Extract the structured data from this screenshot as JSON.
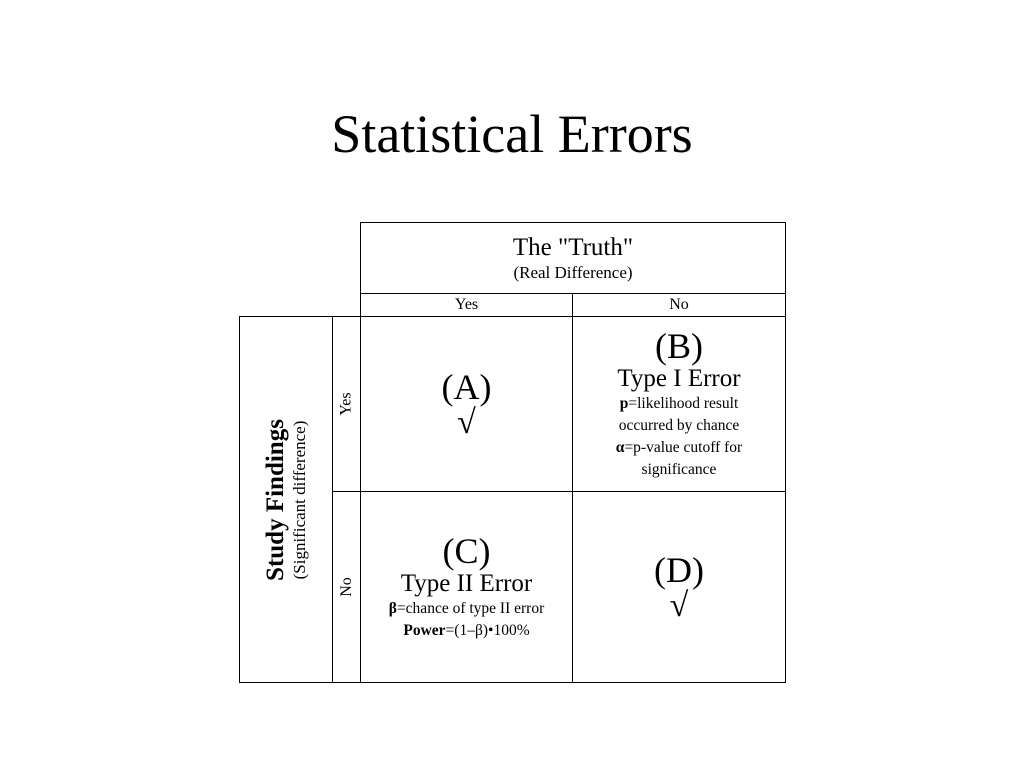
{
  "slide": {
    "title": "Statistical Errors"
  },
  "table": {
    "truth_title": "The \"Truth\"",
    "truth_subtitle": "(Real Difference)",
    "col_yes": "Yes",
    "col_no": "No",
    "study_title": "Study Findings",
    "study_subtitle": "(Significant difference)",
    "row_yes": "Yes",
    "row_no": "No",
    "cell_a": {
      "letter": "(A)",
      "check": "√"
    },
    "cell_b": {
      "letter": "(B)",
      "error": "Type I Error",
      "p_symbol": "p",
      "p_text": "=likelihood result",
      "p_text2": "occurred by chance",
      "alpha_symbol": "α",
      "alpha_text": "=p-value cutoff for",
      "alpha_text2": "significance"
    },
    "cell_c": {
      "letter": "(C)",
      "error": "Type II Error",
      "beta_symbol": "β",
      "beta_text": "=chance of type II error",
      "power_label": "Power",
      "power_text": "=(1–β)•100%"
    },
    "cell_d": {
      "letter": "(D)",
      "check": "√"
    }
  }
}
